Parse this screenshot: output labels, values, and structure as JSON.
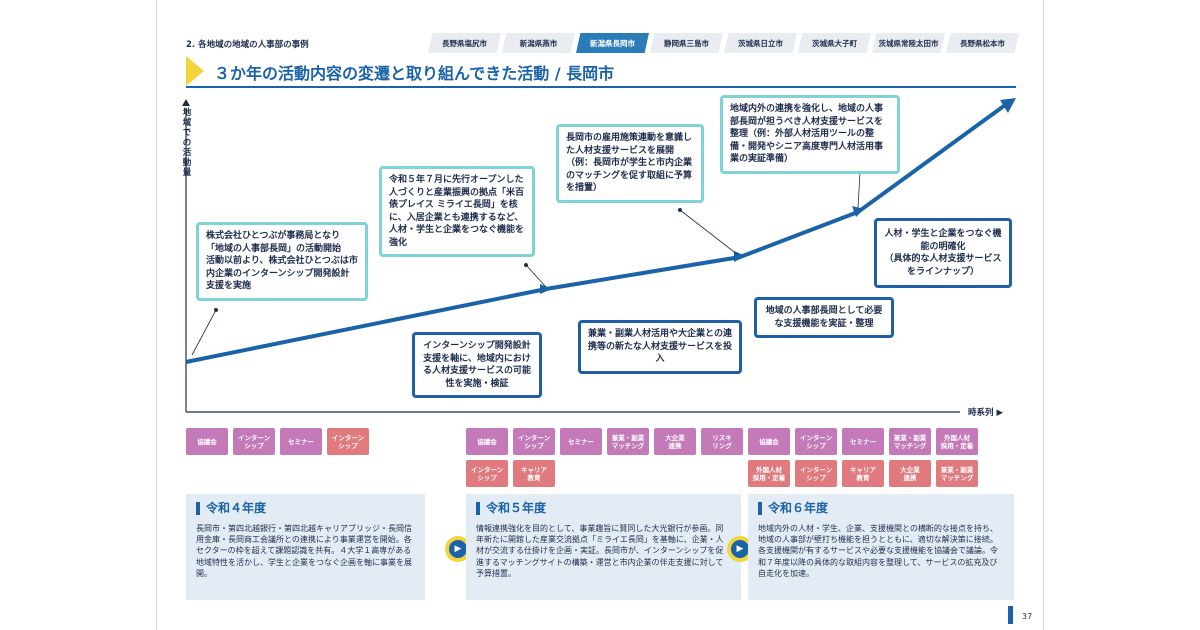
{
  "header": {
    "section_title": "2. 各地域の地域の人事部の事例",
    "tabs": [
      "長野県塩尻市",
      "新潟県燕市",
      "新潟県長岡市",
      "静岡県三島市",
      "茨城県日立市",
      "茨城県大子町",
      "茨城県常陸太田市",
      "長野県松本市"
    ],
    "active_tab": "新潟県長岡市"
  },
  "heading": "３か年の活動内容の変遷と取り組んできた活動 / 長岡市",
  "axes": {
    "y_label": "地域での活動量",
    "x_label": "時系列 ▶"
  },
  "callouts_top": [
    "株式会社ひとつぶが事務局となり「地域の人事部長岡」の活動開始\n活動以前より、株式会社ひとつぶは市内企業のインターンシップ開発設計支援を実施",
    "令和５年７月に先行オープンした人づくりと産業振興の拠点「米百俵プレイス ミライエ長岡」を核に、入居企業とも連携するなど、人材・学生と企業をつなぐ機能を強化",
    "長岡市の雇用施策連動を意識した人材支援サービスを展開（例：長岡市が学生と市内企業のマッチングを促す取組に予算を措置）",
    "地域内外の連携を強化し、地域の人事部長岡が担うべき人材支援サービスを整理（例：外部人材活用ツールの整備・開発やシニア高度専門人材活用事業の実証準備）"
  ],
  "callouts_bottom": [
    "インターンシップ開発設計支援を軸に、地域内における人材支援サービスの可能性を実施・検証",
    "兼業・副業人材活用や大企業との連携等の新たな人材支援サービスを投入",
    "地域の人事部長岡として必要な支援機能を実証・整理",
    "人材・学生と企業をつなぐ機能の明確化\n（具体的な人材支援サービスをラインナップ）"
  ],
  "tag_groups": [
    [
      {
        "label": "協議会",
        "color": "p"
      },
      {
        "label": "インターン\nシップ",
        "color": "p"
      },
      {
        "label": "セミナー",
        "color": "p"
      },
      {
        "label": "インターン\nシップ",
        "color": "r"
      }
    ],
    [
      {
        "label": "協議会",
        "color": "p"
      },
      {
        "label": "インターン\nシップ",
        "color": "p"
      },
      {
        "label": "セミナー",
        "color": "p"
      },
      {
        "label": "兼業・副業\nマッチング",
        "color": "p"
      },
      {
        "label": "大企業\n連携",
        "color": "p"
      },
      {
        "label": "リスキ\nリング",
        "color": "p"
      },
      {
        "label": "インターン\nシップ",
        "color": "r"
      },
      {
        "label": "キャリア\n教育",
        "color": "r"
      }
    ],
    [
      {
        "label": "協議会",
        "color": "p"
      },
      {
        "label": "インターン\nシップ",
        "color": "p"
      },
      {
        "label": "セミナー",
        "color": "p"
      },
      {
        "label": "兼業・副業\nマッチング",
        "color": "p"
      },
      {
        "label": "外国人材\n採用・定着",
        "color": "p"
      },
      {
        "label": "外国人材\n採用・定着",
        "color": "r"
      },
      {
        "label": "インターン\nシップ",
        "color": "r"
      },
      {
        "label": "キャリア\n教育",
        "color": "r"
      },
      {
        "label": "大企業\n連携",
        "color": "r"
      },
      {
        "label": "兼業・副業\nマッチング",
        "color": "r"
      }
    ]
  ],
  "years": [
    {
      "title": "令和４年度",
      "body": "長岡市・第四北越銀行・第四北越キャリアブリッジ・長岡信用金庫・長岡商工会議所との連携により事業運営を開始。各セクターの枠を超えて課題認識を共有。４大学１高専がある地域特性を活かし、学生と企業をつなぐ企画を軸に事業を展開。"
    },
    {
      "title": "令和５年度",
      "body": "情報連携強化を目的として、事業趣旨に賛同した大光銀行が参画。同年新たに開館した産業交流拠点「ミライエ長岡」を基軸に、企業・人材が交流する仕掛けを企画・実証。長岡市が、インターンシップを促進するマッチングサイトの構築・運営と市内企業の伴走支援に対して予算措置。"
    },
    {
      "title": "令和６年度",
      "body": "地域内外の人材・学生、企業、支援機関との横断的な接点を持ち、地域の人事部が壁打ち機能を担うとともに、適切な解決策に接続。各支援機関が有するサービスや必要な支援機能を協議会で議論。令和７年度以降の具体的な取組内容を整理して、サービスの拡充及び自走化を加速。"
    }
  ],
  "page_number": "37",
  "colors": {
    "primary": "#1a63a8",
    "accent": "#f2d53c",
    "teal_border": "#7fd3d6",
    "tag_purple": "#c47ab9",
    "tag_red": "#e07a7f"
  }
}
